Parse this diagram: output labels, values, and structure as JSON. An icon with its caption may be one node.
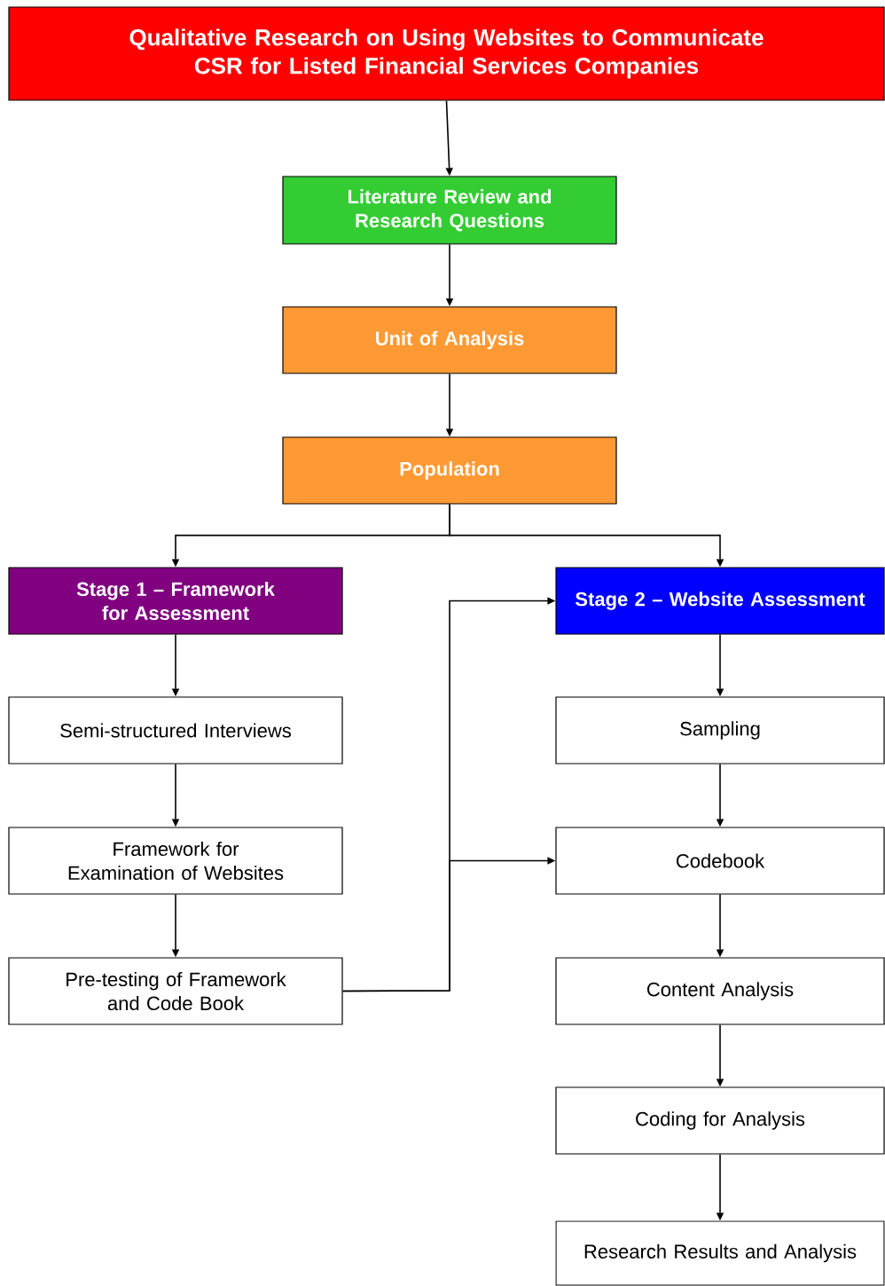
{
  "diagram": {
    "nodes": [
      {
        "text": [
          "Qualitative Research on Using Websites to Communicate CSR for Listed Financial Services Companies"
        ]
      },
      {
        "text": [
          "Literature Review and Research Questions"
        ]
      },
      {
        "text": [
          "Unit of Analysis"
        ]
      },
      {
        "text": [
          "Population"
        ]
      },
      {
        "text": [
          "Stage 1 – Framework for Assessment"
        ]
      },
      {
        "text": [
          "Stage 2 – Website Assessment"
        ]
      },
      {
        "text": [
          "Semi-structured Interviews"
        ]
      },
      {
        "text": [
          "Framework for Examination of Websites"
        ]
      },
      {
        "text": [
          "Pre-testing of Framework and Code Book"
        ]
      },
      {
        "text": [
          "Sampling"
        ]
      },
      {
        "text": [
          "Codebook"
        ]
      },
      {
        "text": [
          "Content Analysis"
        ]
      },
      {
        "text": [
          "Coding for Analysis"
        ]
      },
      {
        "text": [
          "Research Results and Analysis"
        ]
      }
    ],
    "edges": [
      {
        "from": 0,
        "to": 1,
        "arrow": "to"
      },
      {
        "from": 1,
        "to": 2,
        "arrow": "to"
      },
      {
        "from": 2,
        "to": 3,
        "arrow": "to"
      },
      {
        "from": 3,
        "to": 4,
        "arrow": "to"
      },
      {
        "from": 3,
        "to": 5,
        "arrow": "to"
      },
      {
        "from": 4,
        "to": 6,
        "arrow": "to"
      },
      {
        "from": 6,
        "to": 7,
        "arrow": "to"
      },
      {
        "from": 7,
        "to": 8,
        "arrow": "to"
      },
      {
        "from": 8,
        "to": 5,
        "arrow": "to"
      },
      {
        "from": 8,
        "to": 10,
        "arrow": "to"
      },
      {
        "from": 5,
        "to": 9,
        "arrow": "to"
      },
      {
        "from": 9,
        "to": 10,
        "arrow": "to"
      },
      {
        "from": 10,
        "to": 11,
        "arrow": "to"
      },
      {
        "from": 11,
        "to": 12,
        "arrow": "to"
      },
      {
        "from": 12,
        "to": 13,
        "arrow": "to"
      }
    ]
  }
}
